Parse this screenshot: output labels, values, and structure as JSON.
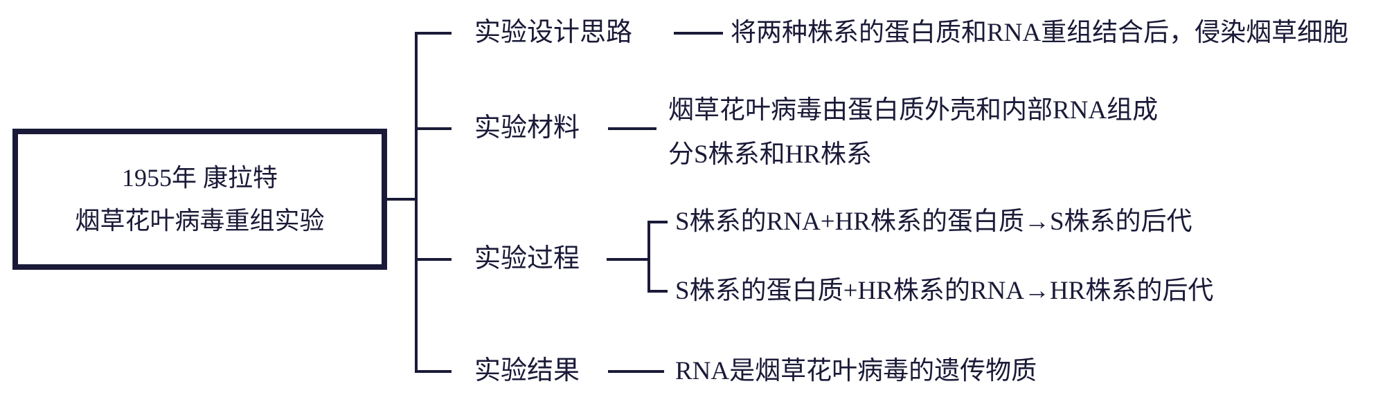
{
  "diagram": {
    "root": {
      "line1": "1955年 康拉特",
      "line2": "烟草花叶病毒重组实验"
    },
    "branches": [
      {
        "label": "实验设计思路",
        "content": "将两种株系的蛋白质和RNA重组结合后，侵染烟草细胞"
      },
      {
        "label": "实验材料",
        "content_lines": [
          "烟草花叶病毒由蛋白质外壳和内部RNA组成",
          "分S株系和HR株系"
        ]
      },
      {
        "label": "实验过程",
        "children": [
          "S株系的RNA+HR株系的蛋白质→S株系的后代",
          "S株系的蛋白质+HR株系的RNA→HR株系的后代"
        ]
      },
      {
        "label": "实验结果",
        "content": "RNA是烟草花叶病毒的遗传物质"
      }
    ],
    "colors": {
      "ink": "#1a1a38",
      "background": "#ffffff"
    }
  }
}
